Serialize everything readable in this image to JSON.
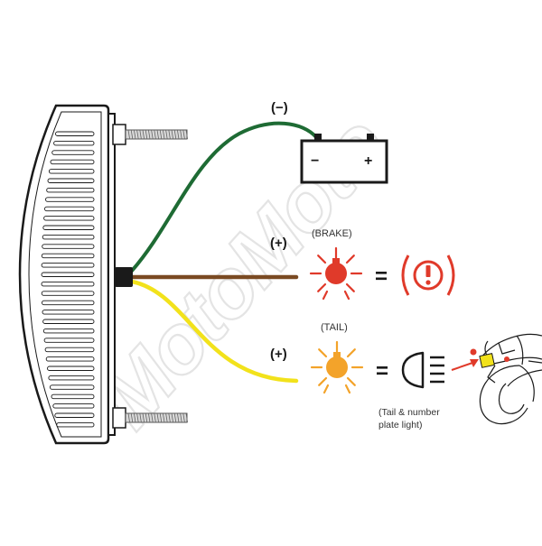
{
  "watermark": {
    "text": "MotoMoto"
  },
  "battery": {
    "wire_label": "(−)",
    "neg_sign": "−",
    "pos_sign": "+"
  },
  "brake": {
    "tag": "(BRAKE)",
    "polarity": "(+)",
    "equals": "="
  },
  "tail": {
    "tag": "(TAIL)",
    "polarity": "(+)",
    "equals": "=",
    "note_line1": "(Tail & number",
    "note_line2": "plate light)"
  },
  "colors": {
    "ground_wire": "#1e6b34",
    "brake_wire": "#7a4a22",
    "tail_wire": "#f2e21b",
    "brake_lamp": "#e03a2a",
    "tail_lamp": "#f3a32a",
    "warning_red": "#e03a2a",
    "outline": "#1a1a1a"
  },
  "icons": [
    "battery-icon",
    "brake-bulb-icon",
    "brake-warning-icon",
    "tail-bulb-icon",
    "tail-light-icon",
    "motorcycle-icon"
  ]
}
